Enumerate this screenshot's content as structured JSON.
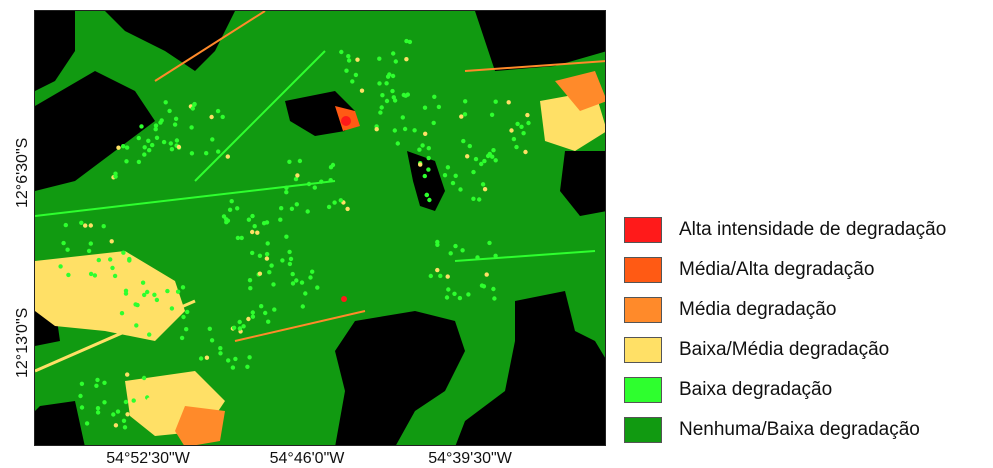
{
  "map": {
    "x_ticks": [
      "54°52'30\"W",
      "54°46'0\"W",
      "54°39'30\"W"
    ],
    "y_ticks": [
      "12°6'30\"S",
      "12°13'0\"S"
    ]
  },
  "legend": {
    "items": [
      {
        "label": "Alta intensidade de degradação",
        "color": "#ff1a1a"
      },
      {
        "label": "Média/Alta degradação",
        "color": "#ff5a14"
      },
      {
        "label": "Média degradação",
        "color": "#ff8a2a"
      },
      {
        "label": "Baixa/Média degradação",
        "color": "#ffe066"
      },
      {
        "label": "Baixa degradação",
        "color": "#2eff2e"
      },
      {
        "label": "Nenhuma/Baixa degradação",
        "color": "#119a11"
      }
    ]
  },
  "colors": {
    "background_class": "#000000"
  }
}
